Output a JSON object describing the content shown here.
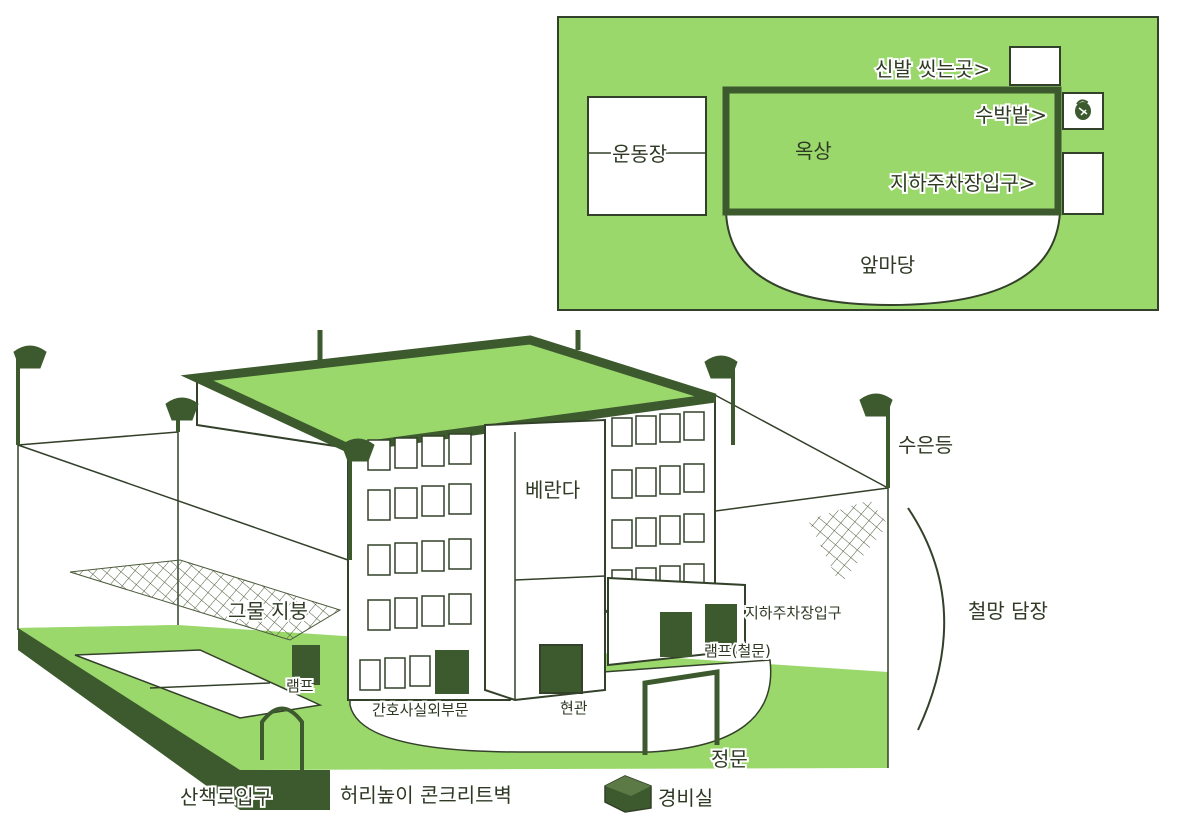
{
  "colors": {
    "grass": "#9bd86c",
    "dark": "#3d5a2e",
    "line": "#33402a",
    "paper": "#ffffff"
  },
  "icons": {
    "watermelon": "watermelon-icon",
    "guard_box": "cube-icon"
  },
  "map": {
    "shoe_wash": "신발 씻는곳>",
    "watermelon_field": "수박밭>",
    "playground": "운동장",
    "rooftop": "옥상",
    "parking_entrance": "지하주차장입구>",
    "front_yard": "앞마당"
  },
  "building": {
    "mercury_lamp": "수은등",
    "veranda": "베란다",
    "net_roof": "그물 지붕",
    "parking_entrance": "지하주차장입구",
    "ramp_iron_door": "램프(철문)",
    "ramp": "램프",
    "nurse_entrance": "간호사실외부문",
    "front_entrance": "현관",
    "wire_fence": "철망 담장",
    "main_gate": "정문",
    "walkway_entrance": "산책로입구",
    "waist_wall": "허리높이 콘크리트벽",
    "guard_room": "경비실"
  }
}
